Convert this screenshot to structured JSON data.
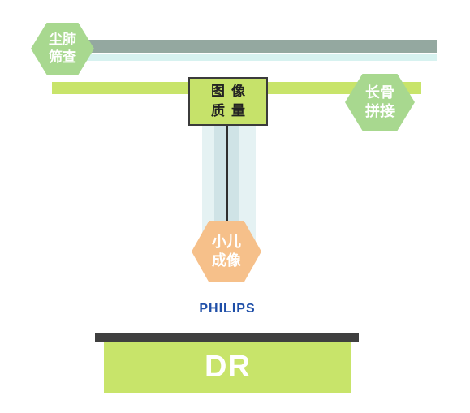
{
  "labels": {
    "lung_screening": [
      "尘肺",
      "筛查"
    ],
    "image_quality": [
      "图像",
      "质量"
    ],
    "long_bone_stitching": [
      "长骨",
      "拼接"
    ],
    "pediatric_imaging": [
      "小儿",
      "成像"
    ]
  },
  "brand": "PHILIPS",
  "device": "DR",
  "colors": {
    "green": "#c8e46a",
    "hex_green": "#a8d88f",
    "hex_orange": "#f6c08a",
    "bar_gray": "#94a8a0",
    "bar_aqua": "#d7f2f0",
    "column_light": "#e5f2f3",
    "brand_blue": "#1f4fa8",
    "machine_dark": "#3f3f3f"
  }
}
